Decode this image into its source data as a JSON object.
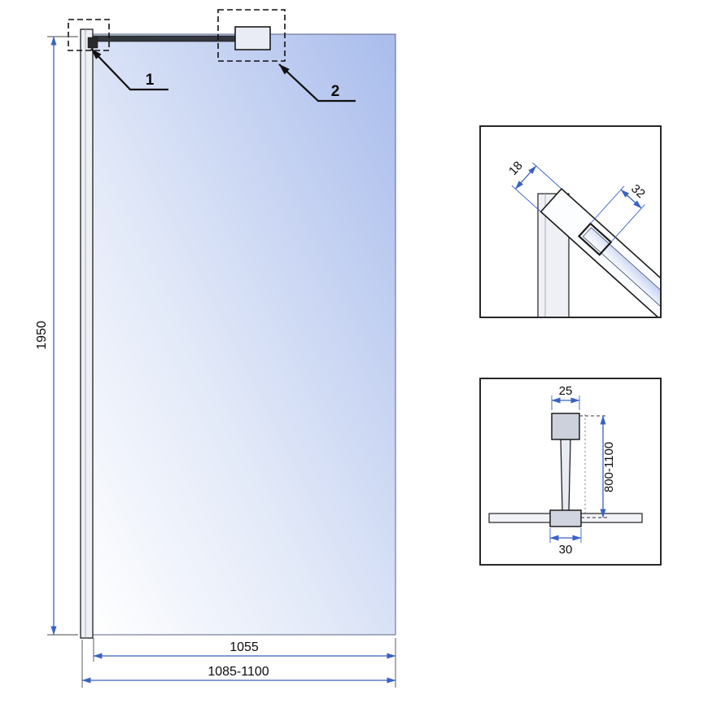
{
  "diagram": {
    "title": "shower-screen-technical-drawing",
    "callouts": {
      "item1": "1",
      "item2": "2"
    },
    "dimensions": {
      "height": "1950",
      "glass_width": "1055",
      "overall_width": "1085-1100"
    },
    "detail_profile": {
      "thickness": "18",
      "bar_width": "32"
    },
    "detail_bracket": {
      "top_width": "25",
      "length_range": "800-1100",
      "base_width": "30"
    }
  },
  "colors": {
    "glass_blue": "#a9bcec",
    "dimension_blue": "#3a62c4",
    "line_black": "#1a1a1a",
    "profile_gray": "#eef0f6"
  }
}
